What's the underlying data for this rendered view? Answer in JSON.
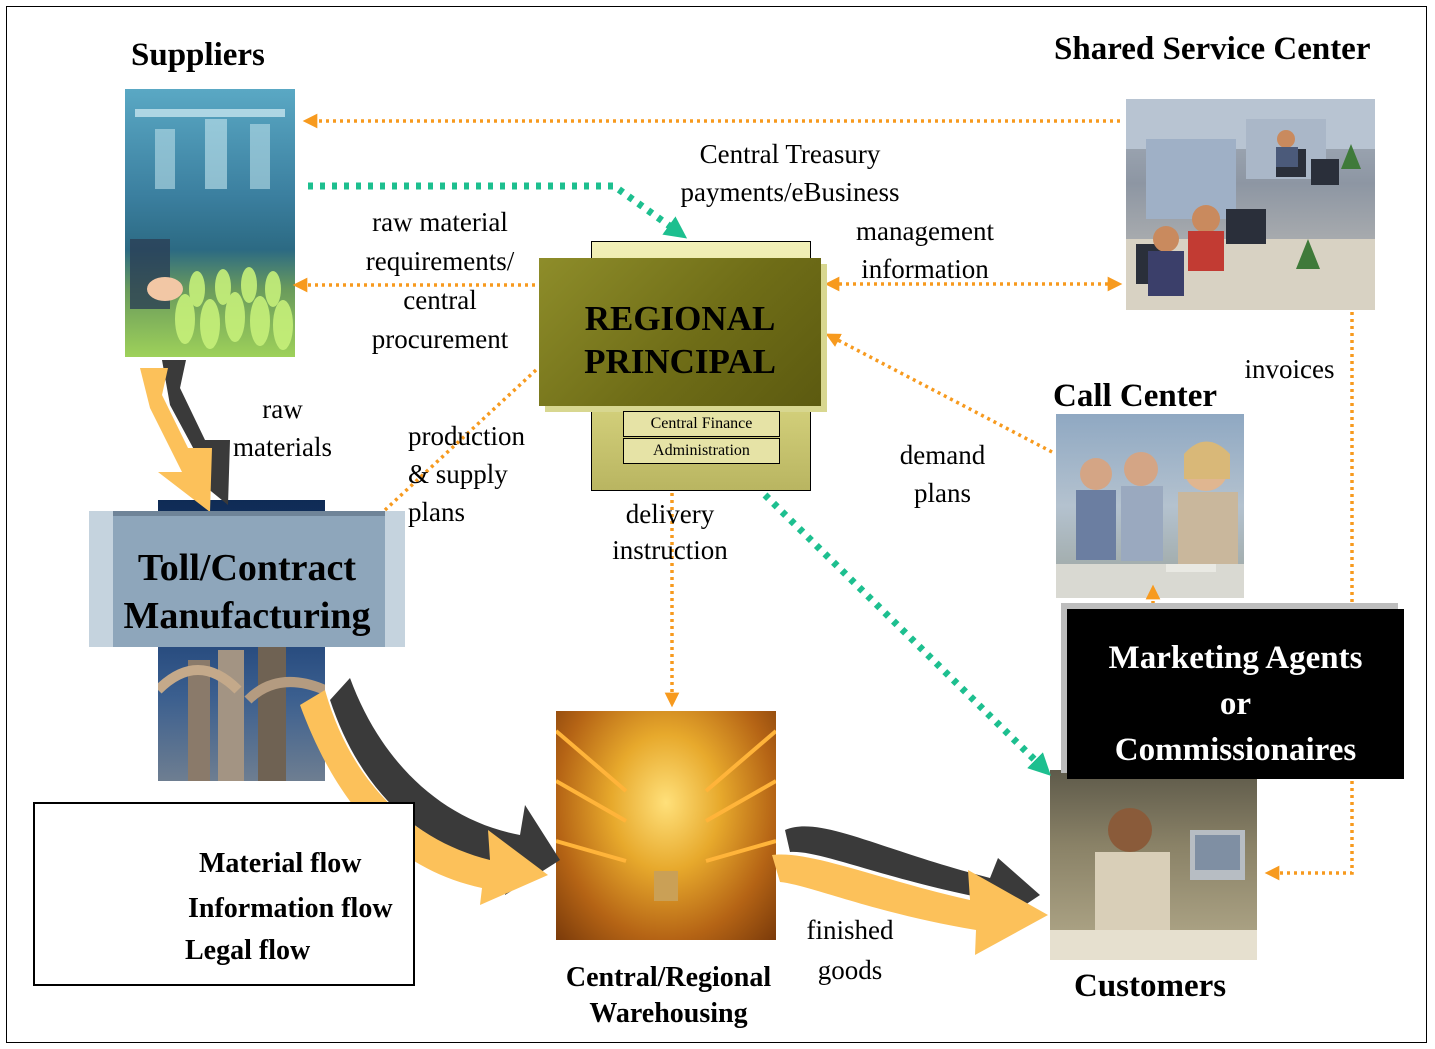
{
  "headers": {
    "suppliers": "Suppliers",
    "shared_service_center": "Shared Service Center",
    "call_center": "Call Center",
    "customers": "Customers",
    "warehousing_line1": "Central/Regional",
    "warehousing_line2": "Warehousing"
  },
  "regional_principal": {
    "line1": "REGIONAL",
    "line2": "PRINCIPAL",
    "sub1": "Central Finance",
    "sub2": "Administration"
  },
  "toll": {
    "line1": "Toll/Contract",
    "line2": "Manufacturing"
  },
  "marketing": {
    "line1": "Marketing Agents",
    "line2": "or",
    "line3": "Commissionaires"
  },
  "flow_labels": {
    "treasury_1": "Central Treasury",
    "treasury_2": "payments/eBusiness",
    "raw_req_1": "raw material",
    "raw_req_2": "requirements/",
    "raw_req_3": "central",
    "raw_req_4": "procurement",
    "mgmt_1": "management",
    "mgmt_2": "information",
    "invoices": "invoices",
    "raw_mat_1": "raw",
    "raw_mat_2": "materials",
    "prod_1": "production",
    "prod_2": "& supply",
    "prod_3": "plans",
    "demand_1": "demand",
    "demand_2": "plans",
    "delivery_1": "delivery",
    "delivery_2": "instruction",
    "finished_1": "finished",
    "finished_2": "goods"
  },
  "legend": {
    "material": "Material flow",
    "information": "Information flow",
    "legal": "Legal flow"
  },
  "colors": {
    "material_fill": "#fcc15a",
    "material_shadow": "#3a3a3a",
    "information": "#f79a1e",
    "legal": "#1dbf8f",
    "principal": "#6f6d17"
  }
}
